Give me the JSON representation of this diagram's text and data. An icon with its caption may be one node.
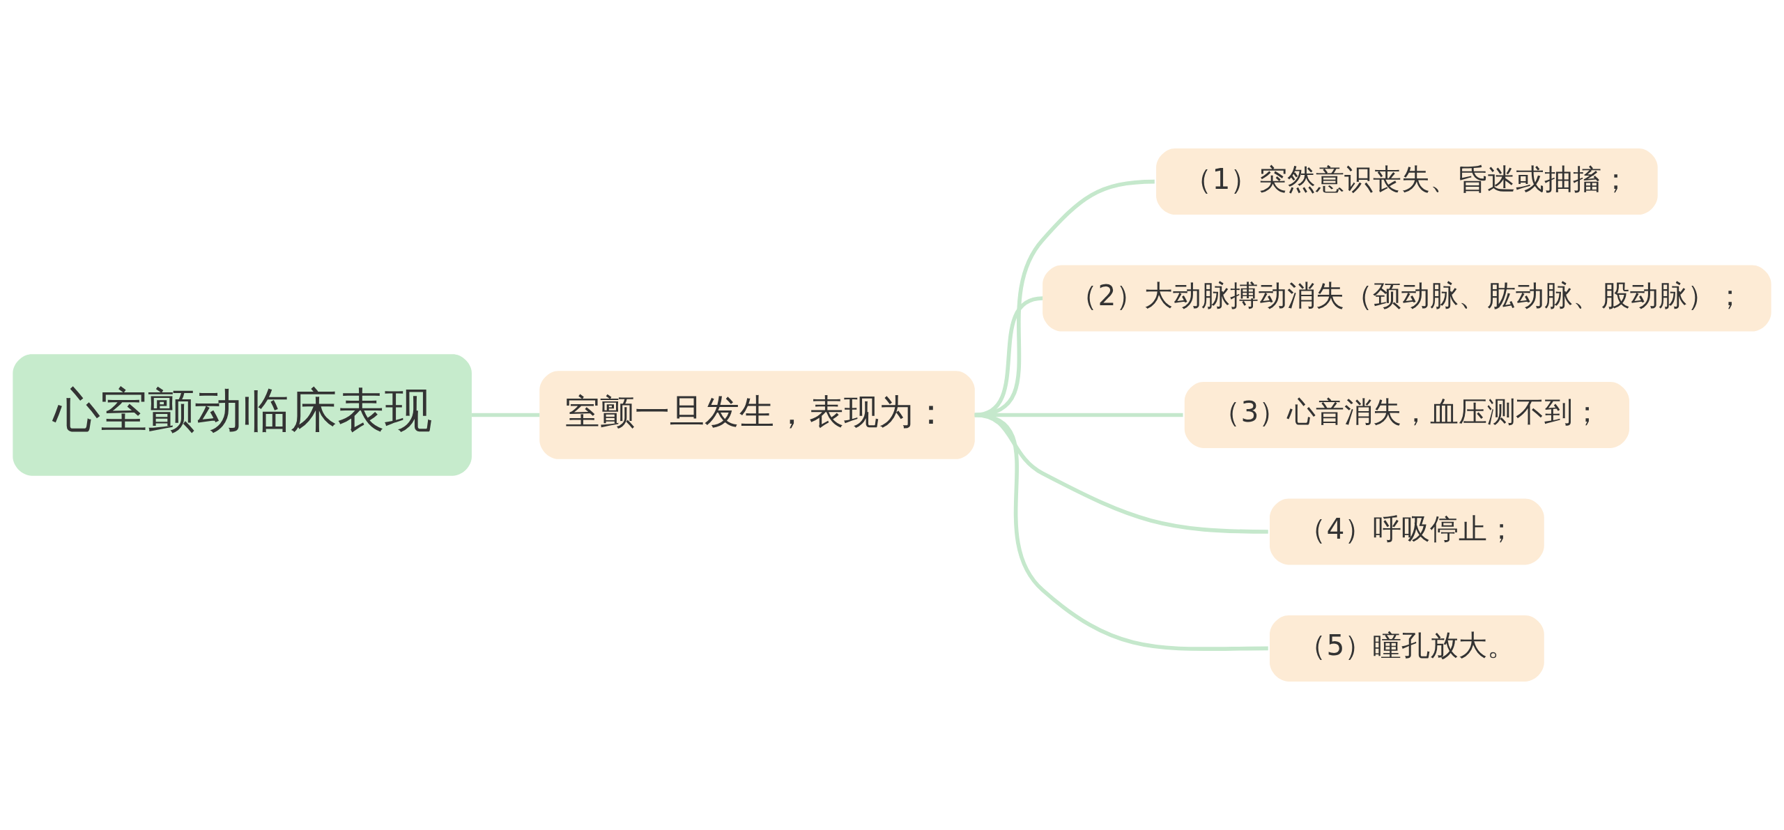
{
  "diagram": {
    "nodes": [
      {
        "text": [
          "心室颤动临床表现"
        ]
      },
      {
        "text": [
          "室颤一旦发生，表现为："
        ]
      },
      {
        "text": [
          "（1）突然意识丧失、昏迷或抽搐；"
        ]
      },
      {
        "text": [
          "（2）大动脉搏动消失（颈动脉、肱动脉、股动脉）；"
        ]
      },
      {
        "text": [
          "（3）心音消失，血压测不到；"
        ]
      },
      {
        "text": [
          "（4）呼吸停止；"
        ]
      },
      {
        "text": [
          "（5）瞳孔放大。"
        ]
      }
    ],
    "edges": [
      {
        "from": 0,
        "to": 1,
        "arrow": "none"
      },
      {
        "from": 1,
        "to": 2,
        "arrow": "none"
      },
      {
        "from": 1,
        "to": 3,
        "arrow": "none"
      },
      {
        "from": 1,
        "to": 4,
        "arrow": "none"
      },
      {
        "from": 1,
        "to": 5,
        "arrow": "none"
      },
      {
        "from": 1,
        "to": 6,
        "arrow": "none"
      }
    ]
  }
}
